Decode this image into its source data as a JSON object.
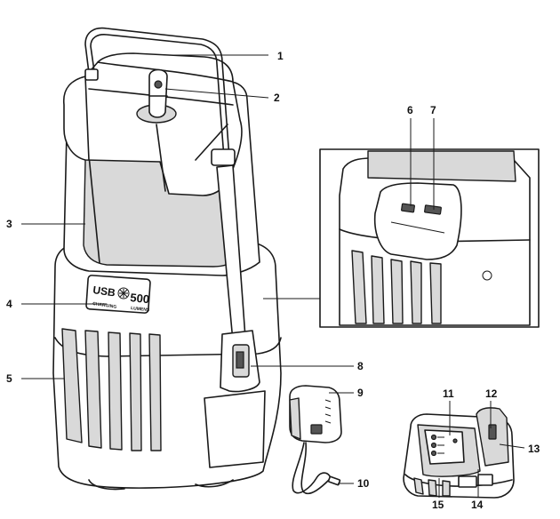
{
  "product": {
    "badge_usb": "USB",
    "badge_usb_sub": "CHARGING",
    "badge_lumens_value": "500",
    "badge_lumens_unit": "LUMENS"
  },
  "callouts": [
    {
      "id": "1",
      "label": "1"
    },
    {
      "id": "2",
      "label": "2"
    },
    {
      "id": "3",
      "label": "3"
    },
    {
      "id": "4",
      "label": "4"
    },
    {
      "id": "5",
      "label": "5"
    },
    {
      "id": "6",
      "label": "6"
    },
    {
      "id": "7",
      "label": "7"
    },
    {
      "id": "8",
      "label": "8"
    },
    {
      "id": "9",
      "label": "9"
    },
    {
      "id": "10",
      "label": "10"
    },
    {
      "id": "11",
      "label": "11"
    },
    {
      "id": "12",
      "label": "12"
    },
    {
      "id": "13",
      "label": "13"
    },
    {
      "id": "14",
      "label": "14"
    },
    {
      "id": "15",
      "label": "15"
    }
  ]
}
